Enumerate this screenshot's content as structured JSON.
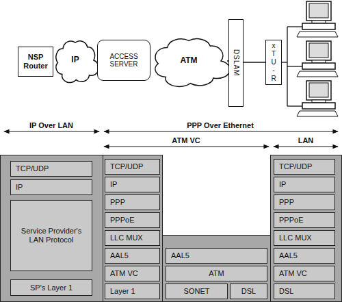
{
  "diagram": {
    "nodes": [
      {
        "text": [
          "NSP Router"
        ]
      },
      {
        "text": [
          "IP"
        ]
      },
      {
        "text": [
          "ACCESS SERVER"
        ]
      },
      {
        "text": [
          "ATM"
        ]
      },
      {
        "text": [
          "DSLAM"
        ]
      },
      {
        "text": [
          "x T U - R"
        ]
      },
      {
        "text": [
          "TCP/UDP"
        ]
      },
      {
        "text": [
          "IP"
        ]
      },
      {
        "text": [
          "Service Provider's LAN Protocol"
        ]
      },
      {
        "text": [
          "SP's Layer 1"
        ]
      },
      {
        "text": [
          "TCP/UDP"
        ]
      },
      {
        "text": [
          "IP"
        ]
      },
      {
        "text": [
          "PPP"
        ]
      },
      {
        "text": [
          "PPPoE"
        ]
      },
      {
        "text": [
          "LLC MUX"
        ]
      },
      {
        "text": [
          "AAL5"
        ]
      },
      {
        "text": [
          "ATM VC"
        ]
      },
      {
        "text": [
          "Layer 1"
        ]
      },
      {
        "text": [
          "AAL5"
        ]
      },
      {
        "text": [
          "ATM"
        ]
      },
      {
        "text": [
          "SONET"
        ]
      },
      {
        "text": [
          "DSL"
        ]
      },
      {
        "text": [
          "TCP/UDP"
        ]
      },
      {
        "text": [
          "IP"
        ]
      },
      {
        "text": [
          "PPP"
        ]
      },
      {
        "text": [
          "PPPoE"
        ]
      },
      {
        "text": [
          "LLC MUX"
        ]
      },
      {
        "text": [
          "AAL5"
        ]
      },
      {
        "text": [
          "ATM VC"
        ]
      },
      {
        "text": [
          "DSL"
        ]
      }
    ],
    "edges": [
      {
        "from": 0,
        "to": 1,
        "arrow": "none"
      },
      {
        "from": 1,
        "to": 2,
        "arrow": "none"
      },
      {
        "from": 2,
        "to": 3,
        "arrow": "none"
      },
      {
        "from": 3,
        "to": 4,
        "arrow": "none"
      },
      {
        "from": 4,
        "to": 5,
        "arrow": "none"
      }
    ],
    "labels": [
      "IP Over LAN",
      "PPP Over Ethernet",
      "ATM VC",
      "LAN"
    ]
  }
}
